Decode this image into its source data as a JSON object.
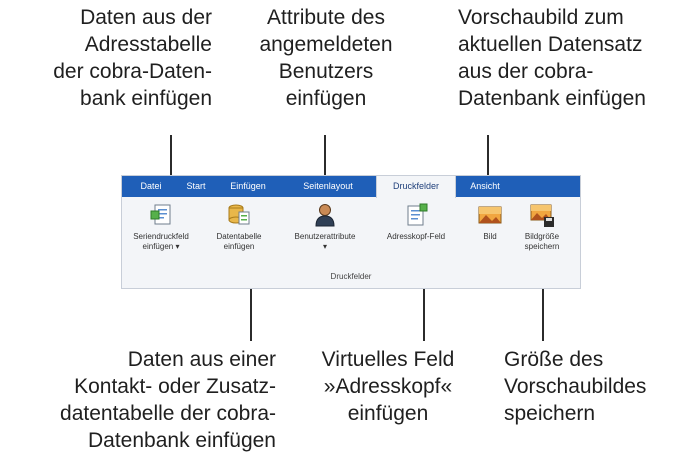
{
  "callouts": {
    "top_left": "Daten aus der\nAdresstabelle\nder cobra-Daten-\nbank einfügen",
    "top_middle": "Attribute des\nangemeldeten\nBenutzers\neinfügen",
    "top_right": "Vorschaubild zum\naktuellen Datensatz\naus der cobra-\nDatenbank einfügen",
    "bottom_left": "Daten aus einer\nKontakt- oder Zusatz-\ndatentabelle der cobra-\nDatenbank einfügen",
    "bottom_middle": "Virtuelles Feld\n»Adresskopf«\neinfügen",
    "bottom_right": "Größe des\nVorschaubildes\nspeichern"
  },
  "ribbon": {
    "tabs": [
      "Datei",
      "Start",
      "Einfügen",
      "Seitenlayout",
      "Druckfelder",
      "Ansicht"
    ],
    "active_tab": "Druckfelder",
    "tab_color": "#1f5fb8",
    "group_label": "Druckfelder",
    "buttons": [
      {
        "label": "Seriendruckfeld\neinfügen ▾",
        "icon": "mail-merge-field-icon"
      },
      {
        "label": "Datentabelle\neinfügen",
        "icon": "data-table-icon"
      },
      {
        "label": "Benutzerattribute\n▾",
        "icon": "user-icon"
      },
      {
        "label": "Adresskopf-Feld",
        "icon": "address-header-icon"
      },
      {
        "label": "Bild",
        "icon": "image-icon"
      },
      {
        "label": "Bildgröße\nspeichern",
        "icon": "save-image-size-icon"
      }
    ]
  }
}
